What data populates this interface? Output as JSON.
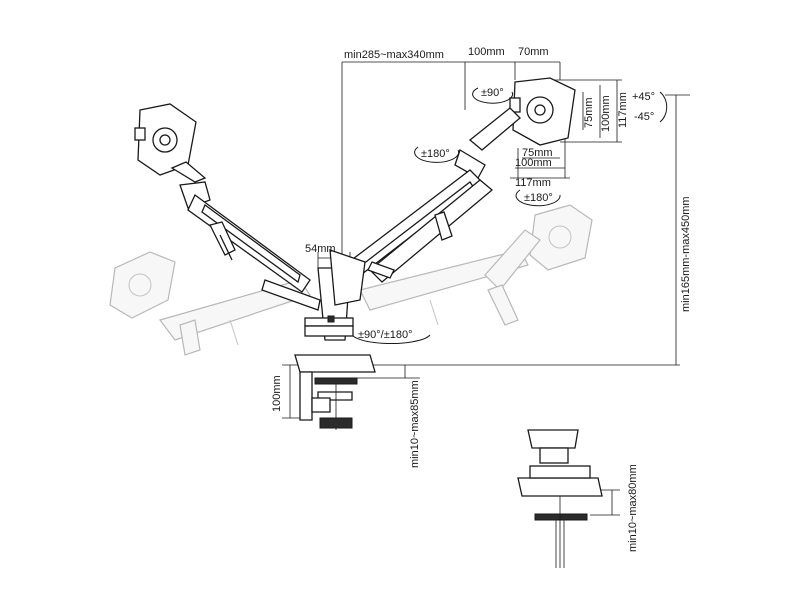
{
  "labels": {
    "arm_span": "min285~max340mm",
    "vesa_100": "100mm",
    "vesa_70": "70mm",
    "tilt_90": "±90°",
    "vesa_75_v": "75mm",
    "vesa_100_v": "100mm",
    "vesa_117_v": "117mm",
    "tilt_up": "+45°",
    "tilt_down": "-45°",
    "rot_180_a": "±180°",
    "vesa_75_h": "75mm",
    "vesa_100_h": "100mm",
    "vesa_117_h": "117mm",
    "rot_180_b": "±180°",
    "pole_width": "54mm",
    "base_rot": "±90°/±180°",
    "height_range": "min165mm-max450mm",
    "clamp_100": "100mm",
    "clamp_range": "min10~max85mm",
    "grommet_range": "min10~max80mm"
  }
}
